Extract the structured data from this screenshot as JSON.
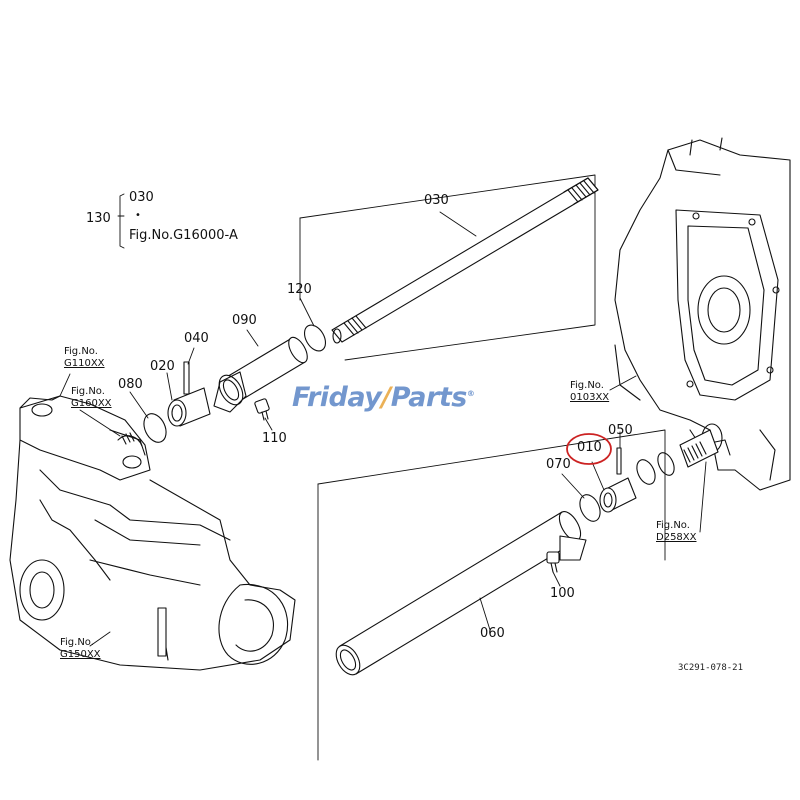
{
  "watermark": {
    "part1": "Friday",
    "part2": "/",
    "part3": "Parts",
    "mark": "®"
  },
  "assembly_note": {
    "num": "130",
    "ref1": "030",
    "dot": "•",
    "ref2": "Fig.No.G16000-A"
  },
  "callouts": {
    "p030": "030",
    "p120": "120",
    "p090": "090",
    "p040": "040",
    "p020": "020",
    "p080": "080",
    "p110": "110",
    "p010": "010",
    "p050": "050",
    "p070": "070",
    "p100": "100",
    "p060": "060"
  },
  "fig_refs": {
    "g110": {
      "prefix": "Fig.No.",
      "ref": "G110XX"
    },
    "g160": {
      "prefix": "Fig.No.",
      "ref": "G160XX"
    },
    "g150": {
      "prefix": "Fig.No.",
      "ref": "G150XX"
    },
    "f0103": {
      "prefix": "Fig.No.",
      "ref": "0103XX"
    },
    "d258": {
      "prefix": "Fig.No.",
      "ref": "D258XX"
    }
  },
  "diagram_code": "3C291-078-21",
  "highlight": {
    "part": "010",
    "color": "#cc2222"
  },
  "colors": {
    "ink": "#111111",
    "watermark_blue": "#5b86c6",
    "watermark_orange": "#e8a43a"
  }
}
